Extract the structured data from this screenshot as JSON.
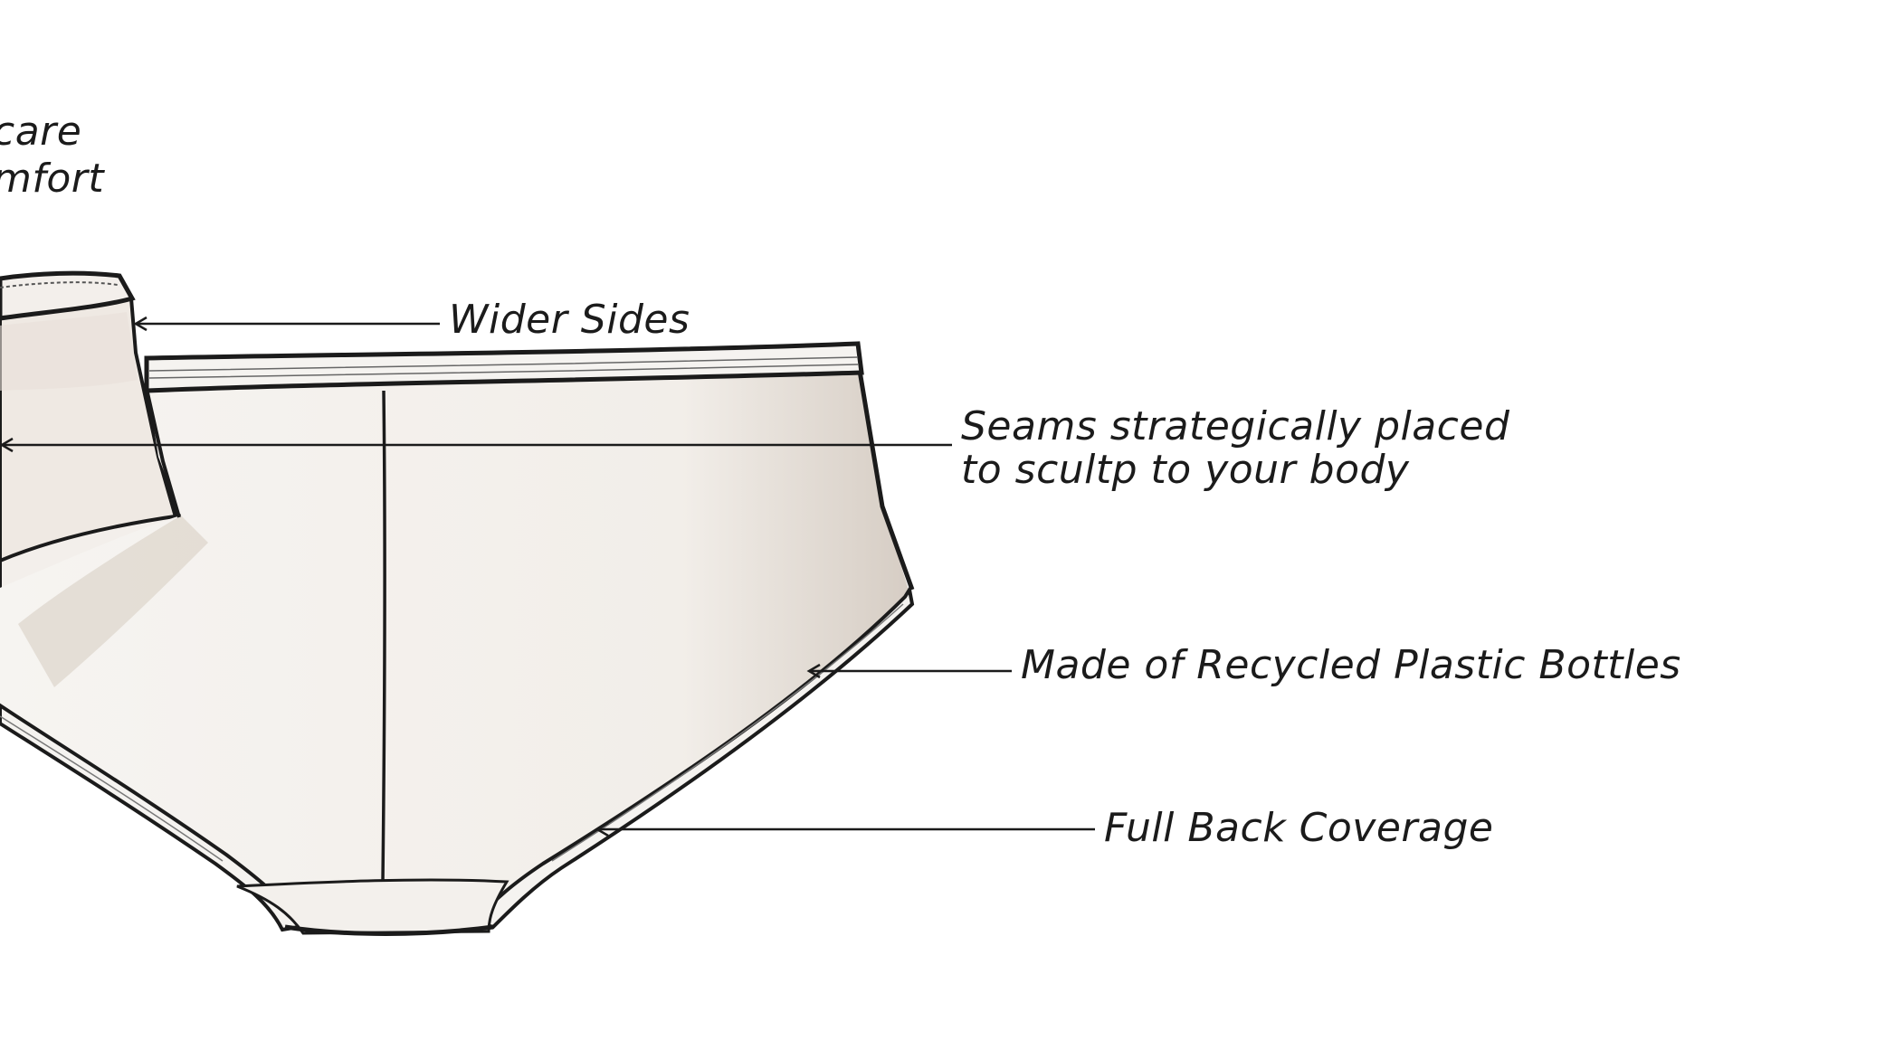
{
  "callouts": {
    "top_left": {
      "line1": "care",
      "line2": "mfort"
    },
    "wider_sides": "Wider Sides",
    "seams": {
      "line1": "Seams strategically placed",
      "line2": "to scultp to your body"
    },
    "recycled": "Made of Recycled Plastic Bottles",
    "coverage": "Full Back Coverage"
  },
  "colors": {
    "ink": "#1b1b1b",
    "fabric": "#f4f2ef",
    "shade": "#d9d1c9",
    "background": "#ffffff"
  }
}
